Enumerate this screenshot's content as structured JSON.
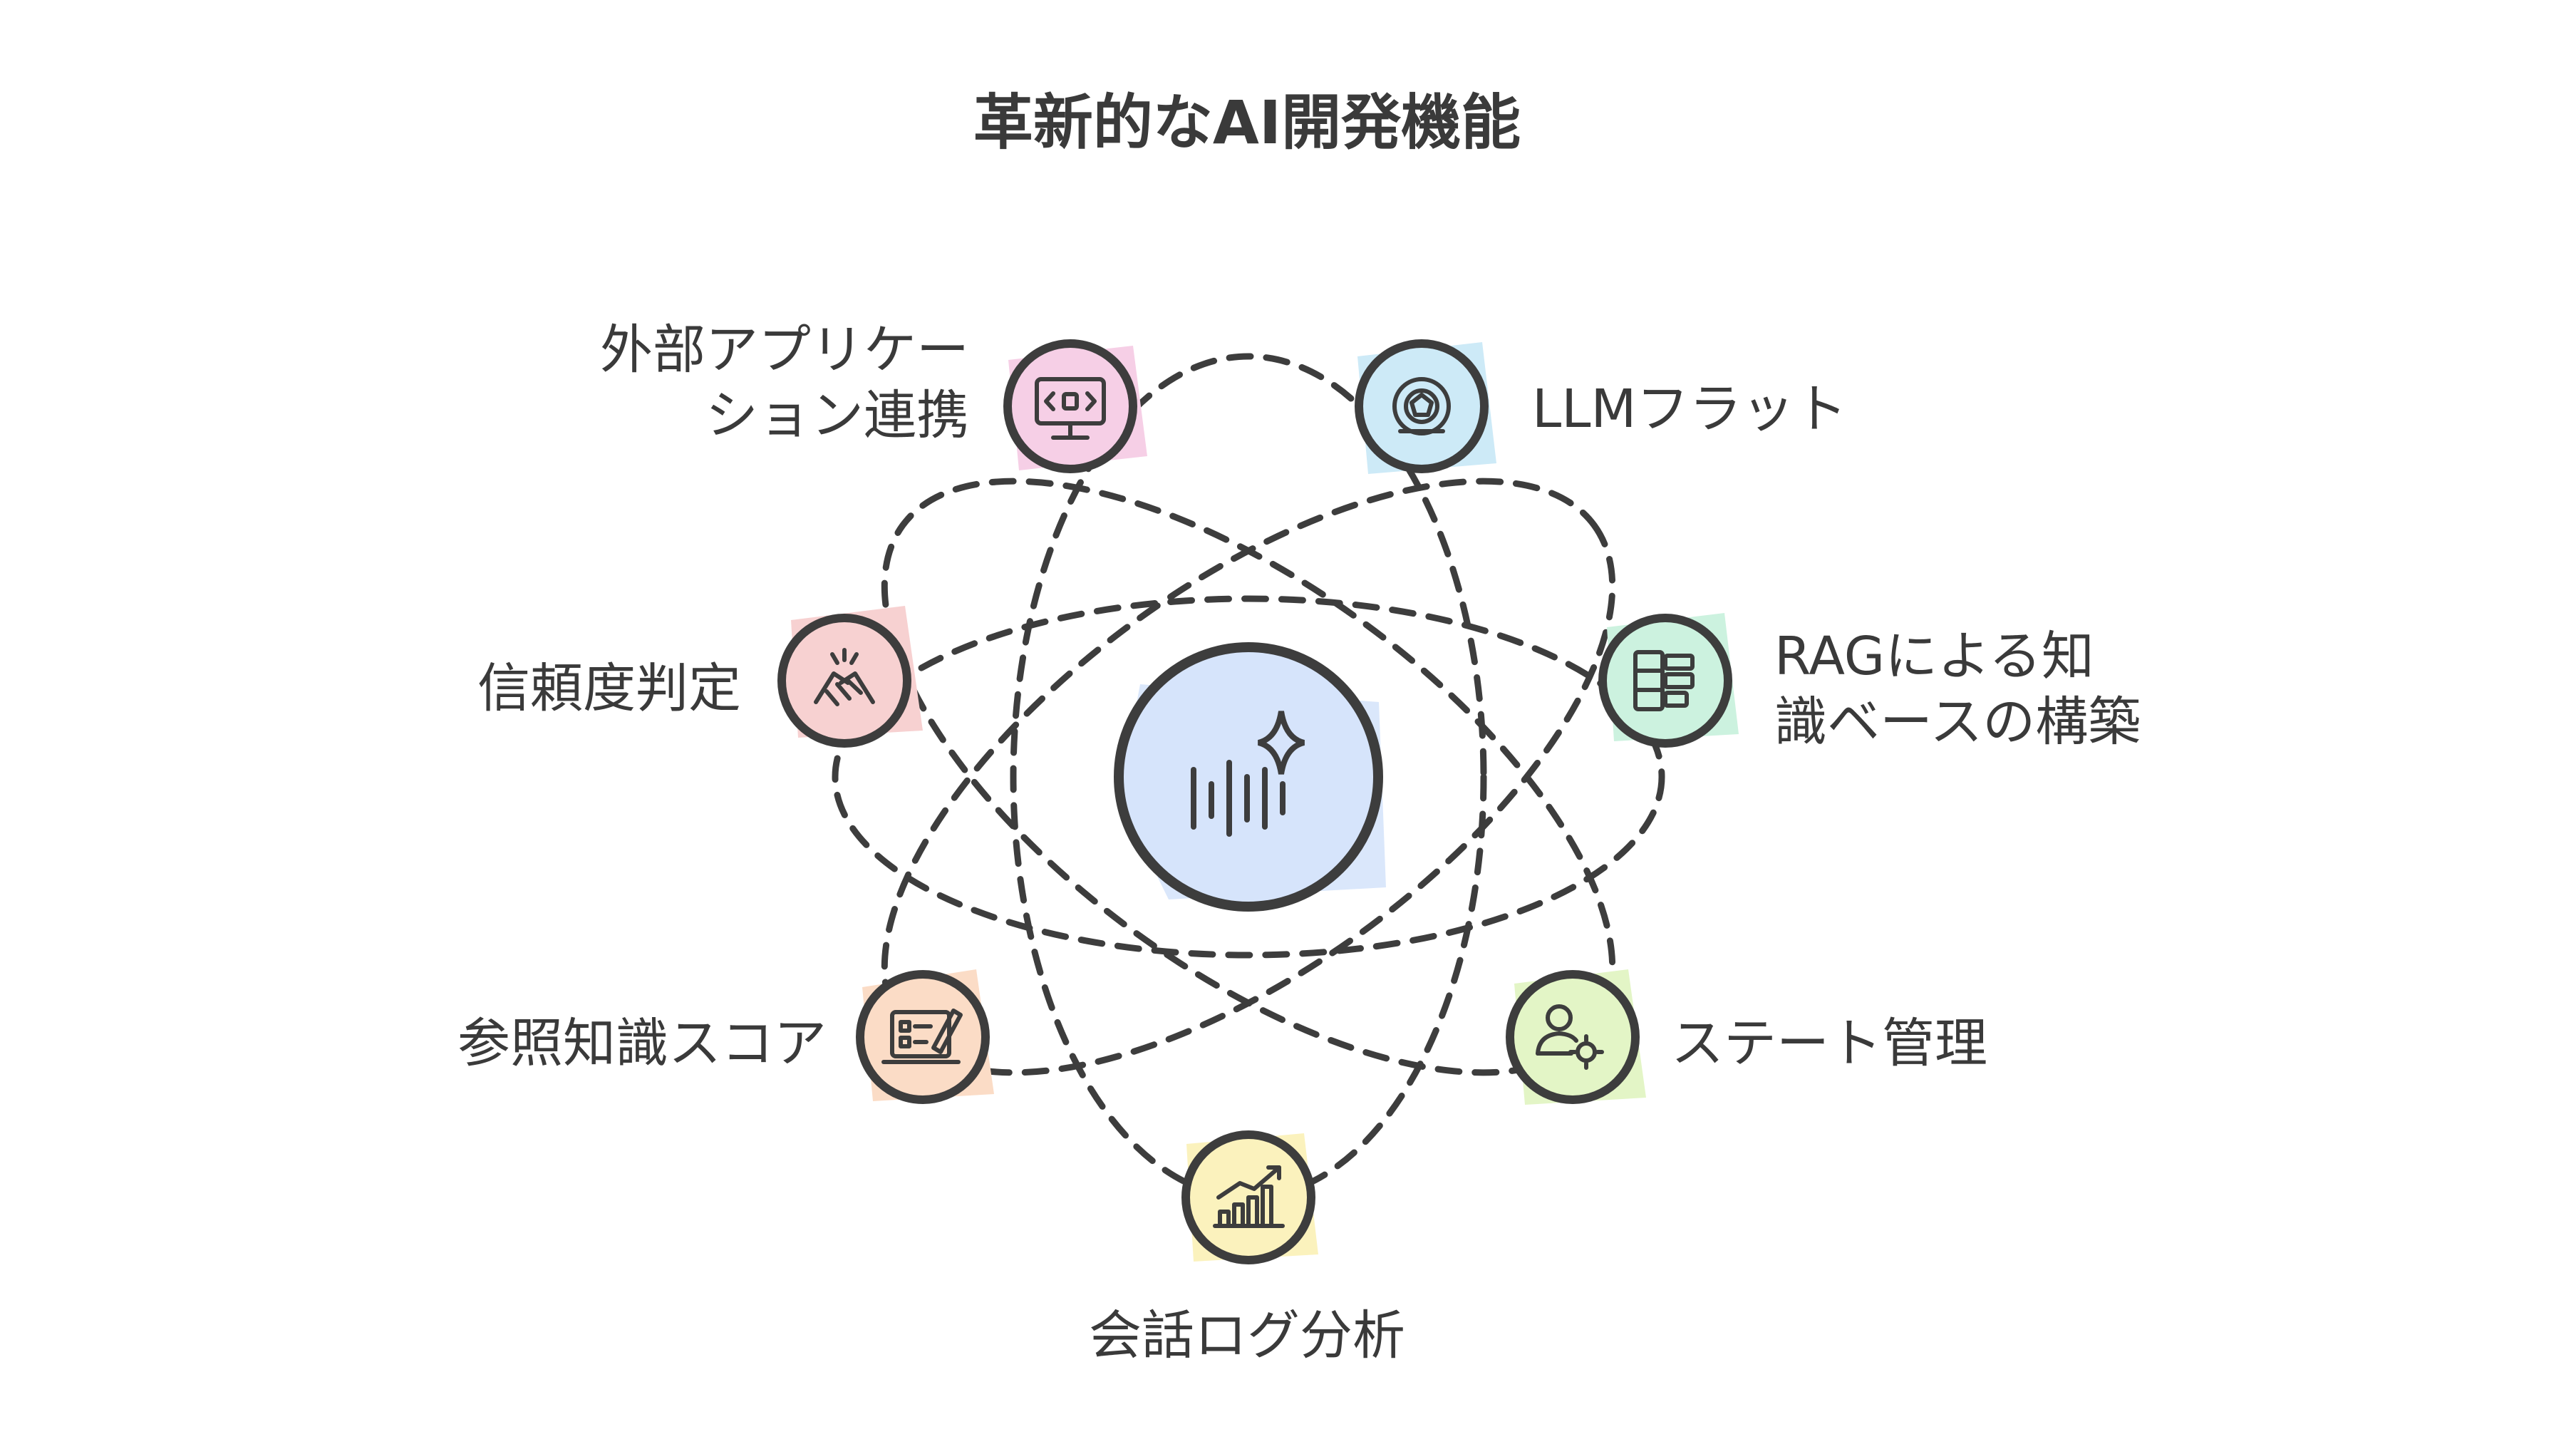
{
  "title": "革新的なAI開発機能",
  "center": {
    "icon": "sparkle-waveform-icon",
    "fill": "#d6e4fb"
  },
  "nodes": [
    {
      "id": "external",
      "label": "外部アプリケー\nション連携",
      "icon": "code-monitor-icon",
      "fill": "#f6cfe6"
    },
    {
      "id": "llm",
      "label": "LLMフラット",
      "icon": "wheel-icon",
      "fill": "#cdeaf7"
    },
    {
      "id": "rag",
      "label": "RAGによる知\n識ベースの構築",
      "icon": "database-layers-icon",
      "fill": "#ccf2df"
    },
    {
      "id": "confidence",
      "label": "信頼度判定",
      "icon": "handshake-icon",
      "fill": "#f7d1d1"
    },
    {
      "id": "reference",
      "label": "参照知識スコア",
      "icon": "edit-document-icon",
      "fill": "#fbdcc6"
    },
    {
      "id": "state",
      "label": "ステート管理",
      "icon": "user-gear-icon",
      "fill": "#e3f5c6"
    },
    {
      "id": "log",
      "label": "会話ログ分析",
      "icon": "growth-chart-icon",
      "fill": "#fbf2bd"
    }
  ],
  "colors": {
    "stroke": "#3d3d3d",
    "text": "#3a3a3a"
  }
}
